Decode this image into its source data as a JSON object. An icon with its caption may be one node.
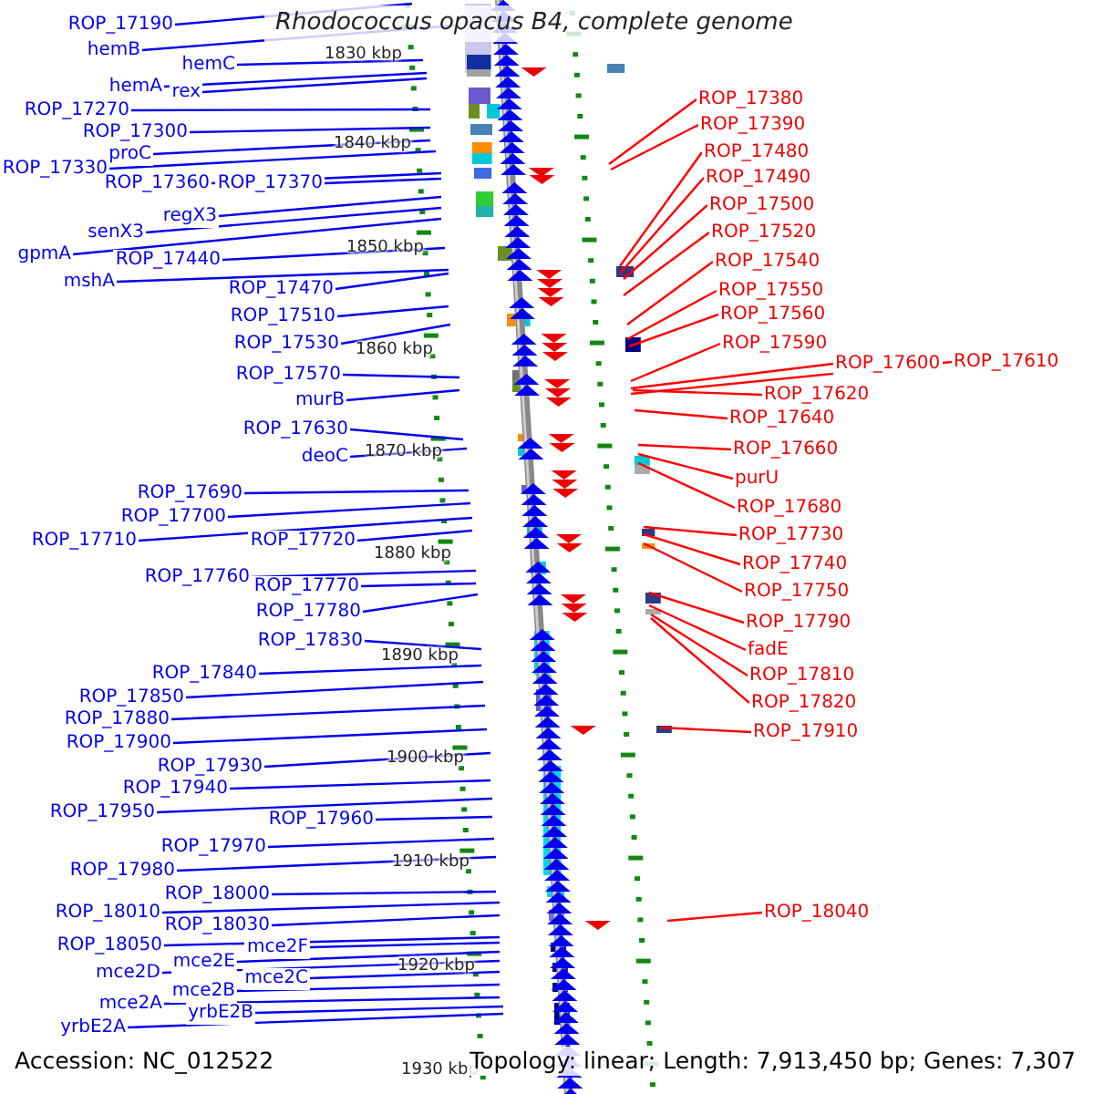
{
  "diagram": {
    "title": "Rhodococcus opacus B4, complete genome",
    "nodes": [
      {
        "text": [
          "ROP_17190"
        ]
      },
      {
        "text": [
          "hemB"
        ]
      },
      {
        "text": [
          "hemC"
        ]
      },
      {
        "text": [
          "hemA"
        ]
      },
      {
        "text": [
          "rex"
        ]
      },
      {
        "text": [
          "ROP_17270"
        ]
      },
      {
        "text": [
          "ROP_17300"
        ]
      },
      {
        "text": [
          "proC"
        ]
      },
      {
        "text": [
          "ROP_17330"
        ]
      },
      {
        "text": [
          "ROP_17360"
        ]
      },
      {
        "text": [
          "ROP_17370"
        ]
      },
      {
        "text": [
          "regX3"
        ]
      },
      {
        "text": [
          "senX3"
        ]
      },
      {
        "text": [
          "gpmA"
        ]
      },
      {
        "text": [
          "ROP_17440"
        ]
      },
      {
        "text": [
          "mshA"
        ]
      },
      {
        "text": [
          "ROP_17470"
        ]
      },
      {
        "text": [
          "ROP_17510"
        ]
      },
      {
        "text": [
          "ROP_17530"
        ]
      },
      {
        "text": [
          "ROP_17570"
        ]
      },
      {
        "text": [
          "murB"
        ]
      },
      {
        "text": [
          "ROP_17630"
        ]
      },
      {
        "text": [
          "deoC"
        ]
      },
      {
        "text": [
          "ROP_17690"
        ]
      },
      {
        "text": [
          "ROP_17700"
        ]
      },
      {
        "text": [
          "ROP_17710"
        ]
      },
      {
        "text": [
          "ROP_17720"
        ]
      },
      {
        "text": [
          "ROP_17760"
        ]
      },
      {
        "text": [
          "ROP_17770"
        ]
      },
      {
        "text": [
          "ROP_17780"
        ]
      },
      {
        "text": [
          "ROP_17830"
        ]
      },
      {
        "text": [
          "ROP_17840"
        ]
      },
      {
        "text": [
          "ROP_17850"
        ]
      },
      {
        "text": [
          "ROP_17880"
        ]
      },
      {
        "text": [
          "ROP_17900"
        ]
      },
      {
        "text": [
          "ROP_17930"
        ]
      },
      {
        "text": [
          "ROP_17940"
        ]
      },
      {
        "text": [
          "ROP_17950"
        ]
      },
      {
        "text": [
          "ROP_17960"
        ]
      },
      {
        "text": [
          "ROP_17970"
        ]
      },
      {
        "text": [
          "ROP_17980"
        ]
      },
      {
        "text": [
          "ROP_18000"
        ]
      },
      {
        "text": [
          "ROP_18010"
        ]
      },
      {
        "text": [
          "ROP_18030"
        ]
      },
      {
        "text": [
          "ROP_18050"
        ]
      },
      {
        "text": [
          "mce2F"
        ]
      },
      {
        "text": [
          "mce2E"
        ]
      },
      {
        "text": [
          "mce2D"
        ]
      },
      {
        "text": [
          "mce2C"
        ]
      },
      {
        "text": [
          "mce2B"
        ]
      },
      {
        "text": [
          "mce2A"
        ]
      },
      {
        "text": [
          "yrbE2B"
        ]
      },
      {
        "text": [
          "yrbE2A"
        ]
      },
      {
        "text": [
          "ROP_17380"
        ]
      },
      {
        "text": [
          "ROP_17390"
        ]
      },
      {
        "text": [
          "ROP_17480"
        ]
      },
      {
        "text": [
          "ROP_17490"
        ]
      },
      {
        "text": [
          "ROP_17500"
        ]
      },
      {
        "text": [
          "ROP_17520"
        ]
      },
      {
        "text": [
          "ROP_17540"
        ]
      },
      {
        "text": [
          "ROP_17550"
        ]
      },
      {
        "text": [
          "ROP_17560"
        ]
      },
      {
        "text": [
          "ROP_17590"
        ]
      },
      {
        "text": [
          "ROP_17600"
        ]
      },
      {
        "text": [
          "ROP_17610"
        ]
      },
      {
        "text": [
          "ROP_17620"
        ]
      },
      {
        "text": [
          "ROP_17640"
        ]
      },
      {
        "text": [
          "ROP_17660"
        ]
      },
      {
        "text": [
          "purU"
        ]
      },
      {
        "text": [
          "ROP_17680"
        ]
      },
      {
        "text": [
          "ROP_17730"
        ]
      },
      {
        "text": [
          "ROP_17740"
        ]
      },
      {
        "text": [
          "ROP_17750"
        ]
      },
      {
        "text": [
          "ROP_17790"
        ]
      },
      {
        "text": [
          "fadE"
        ]
      },
      {
        "text": [
          "ROP_17810"
        ]
      },
      {
        "text": [
          "ROP_17820"
        ]
      },
      {
        "text": [
          "ROP_17910"
        ]
      },
      {
        "text": [
          "ROP_18040"
        ]
      }
    ],
    "edges": [
      {
        "from": 0,
        "to": null,
        "arrow": "none"
      },
      {
        "from": 1,
        "to": null,
        "arrow": "none"
      },
      {
        "from": 2,
        "to": null,
        "arrow": "none"
      },
      {
        "from": 3,
        "to": null,
        "arrow": "none"
      },
      {
        "from": 4,
        "to": null,
        "arrow": "none"
      },
      {
        "from": 5,
        "to": null,
        "arrow": "none"
      },
      {
        "from": 6,
        "to": null,
        "arrow": "none"
      },
      {
        "from": 7,
        "to": null,
        "arrow": "none"
      },
      {
        "from": 8,
        "to": null,
        "arrow": "none"
      },
      {
        "from": 9,
        "to": null,
        "arrow": "none"
      },
      {
        "from": 10,
        "to": null,
        "arrow": "none"
      },
      {
        "from": 11,
        "to": null,
        "arrow": "none"
      },
      {
        "from": 12,
        "to": null,
        "arrow": "none"
      },
      {
        "from": 13,
        "to": null,
        "arrow": "none"
      },
      {
        "from": 14,
        "to": null,
        "arrow": "none"
      },
      {
        "from": 15,
        "to": null,
        "arrow": "none"
      },
      {
        "from": 16,
        "to": null,
        "arrow": "none"
      },
      {
        "from": 17,
        "to": null,
        "arrow": "none"
      },
      {
        "from": 18,
        "to": null,
        "arrow": "none"
      },
      {
        "from": 19,
        "to": null,
        "arrow": "none"
      },
      {
        "from": 20,
        "to": null,
        "arrow": "none"
      },
      {
        "from": 21,
        "to": null,
        "arrow": "none"
      },
      {
        "from": 22,
        "to": null,
        "arrow": "none"
      },
      {
        "from": 23,
        "to": null,
        "arrow": "none"
      },
      {
        "from": 24,
        "to": null,
        "arrow": "none"
      },
      {
        "from": 25,
        "to": null,
        "arrow": "none"
      },
      {
        "from": 26,
        "to": null,
        "arrow": "none"
      },
      {
        "from": 27,
        "to": null,
        "arrow": "none"
      },
      {
        "from": 28,
        "to": null,
        "arrow": "none"
      },
      {
        "from": 29,
        "to": null,
        "arrow": "none"
      },
      {
        "from": 30,
        "to": null,
        "arrow": "none"
      },
      {
        "from": 31,
        "to": null,
        "arrow": "none"
      },
      {
        "from": 32,
        "to": null,
        "arrow": "none"
      },
      {
        "from": 33,
        "to": null,
        "arrow": "none"
      },
      {
        "from": 34,
        "to": null,
        "arrow": "none"
      },
      {
        "from": 35,
        "to": null,
        "arrow": "none"
      },
      {
        "from": 36,
        "to": null,
        "arrow": "none"
      },
      {
        "from": 37,
        "to": null,
        "arrow": "none"
      },
      {
        "from": 38,
        "to": null,
        "arrow": "none"
      },
      {
        "from": 39,
        "to": null,
        "arrow": "none"
      },
      {
        "from": 40,
        "to": null,
        "arrow": "none"
      },
      {
        "from": 41,
        "to": null,
        "arrow": "none"
      },
      {
        "from": 42,
        "to": null,
        "arrow": "none"
      },
      {
        "from": 43,
        "to": null,
        "arrow": "none"
      },
      {
        "from": 44,
        "to": null,
        "arrow": "none"
      },
      {
        "from": 45,
        "to": null,
        "arrow": "none"
      },
      {
        "from": 46,
        "to": null,
        "arrow": "none"
      },
      {
        "from": 47,
        "to": null,
        "arrow": "none"
      },
      {
        "from": 48,
        "to": null,
        "arrow": "none"
      },
      {
        "from": 49,
        "to": null,
        "arrow": "none"
      },
      {
        "from": 50,
        "to": null,
        "arrow": "none"
      },
      {
        "from": 51,
        "to": null,
        "arrow": "none"
      },
      {
        "from": 52,
        "to": null,
        "arrow": "none"
      },
      {
        "from": 53,
        "to": null,
        "arrow": "none",
        "color": "#ff0000"
      },
      {
        "from": 54,
        "to": null,
        "arrow": "none",
        "color": "#ff0000"
      },
      {
        "from": 55,
        "to": null,
        "arrow": "none",
        "color": "#ff0000"
      },
      {
        "from": 56,
        "to": null,
        "arrow": "none",
        "color": "#ff0000"
      },
      {
        "from": 57,
        "to": null,
        "arrow": "none",
        "color": "#ff0000"
      },
      {
        "from": 58,
        "to": null,
        "arrow": "none",
        "color": "#ff0000"
      },
      {
        "from": 59,
        "to": null,
        "arrow": "none",
        "color": "#ff0000"
      },
      {
        "from": 60,
        "to": null,
        "arrow": "none",
        "color": "#ff0000"
      },
      {
        "from": 61,
        "to": null,
        "arrow": "none",
        "color": "#ff0000"
      },
      {
        "from": 62,
        "to": null,
        "arrow": "none",
        "color": "#ff0000"
      },
      {
        "from": 63,
        "to": null,
        "arrow": "none",
        "color": "#ff0000"
      },
      {
        "from": 64,
        "to": null,
        "arrow": "none",
        "color": "#ff0000"
      },
      {
        "from": 65,
        "to": null,
        "arrow": "none",
        "color": "#ff0000"
      },
      {
        "from": 66,
        "to": null,
        "arrow": "none",
        "color": "#ff0000"
      },
      {
        "from": 67,
        "to": null,
        "arrow": "none",
        "color": "#ff0000"
      },
      {
        "from": 68,
        "to": null,
        "arrow": "none",
        "color": "#ff0000"
      },
      {
        "from": 69,
        "to": null,
        "arrow": "none",
        "color": "#ff0000"
      },
      {
        "from": 70,
        "to": null,
        "arrow": "none",
        "color": "#ff0000"
      },
      {
        "from": 71,
        "to": null,
        "arrow": "none",
        "color": "#ff0000"
      },
      {
        "from": 72,
        "to": null,
        "arrow": "none",
        "color": "#ff0000"
      },
      {
        "from": 73,
        "to": null,
        "arrow": "none",
        "color": "#ff0000"
      },
      {
        "from": 74,
        "to": null,
        "arrow": "none",
        "color": "#ff0000"
      },
      {
        "from": 75,
        "to": null,
        "arrow": "none",
        "color": "#ff0000"
      },
      {
        "from": 76,
        "to": null,
        "arrow": "none",
        "color": "#ff0000"
      },
      {
        "from": 77,
        "to": null,
        "arrow": "none",
        "color": "#ff0000"
      },
      {
        "from": 78,
        "to": null,
        "arrow": "none",
        "color": "#ff0000"
      }
    ],
    "labels": [
      "1830 kbp",
      "1840 kbp",
      "1850 kbp",
      "1860 kbp",
      "1870 kbp",
      "1880 kbp",
      "1890 kbp",
      "1900 kbp",
      "1910 kbp",
      "1920 kbp",
      "1930 kbp",
      "Accession: NC_012522",
      "Topology: linear; Length: 7,913,450 bp; Genes: 7,307"
    ]
  }
}
